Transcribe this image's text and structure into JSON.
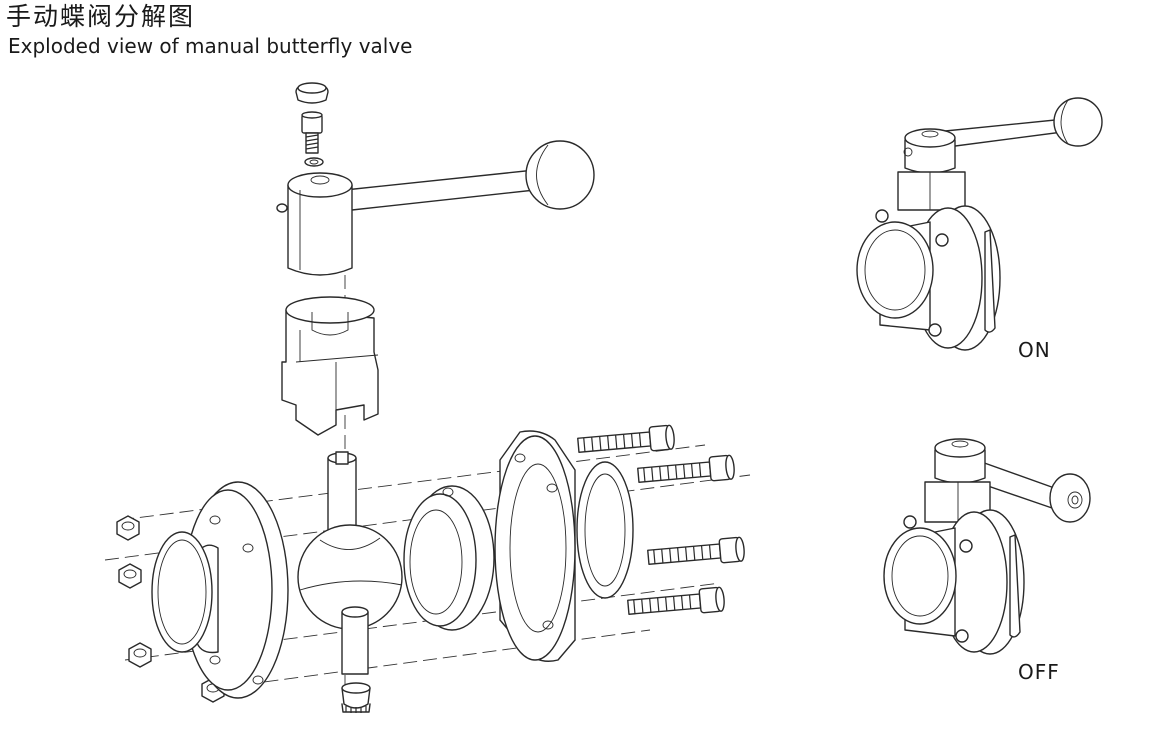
{
  "title": {
    "zh": "手动蝶阀分解图",
    "en": "Exploded view of manual butterfly valve"
  },
  "labels": {
    "on": "ON",
    "off": "OFF"
  }
}
